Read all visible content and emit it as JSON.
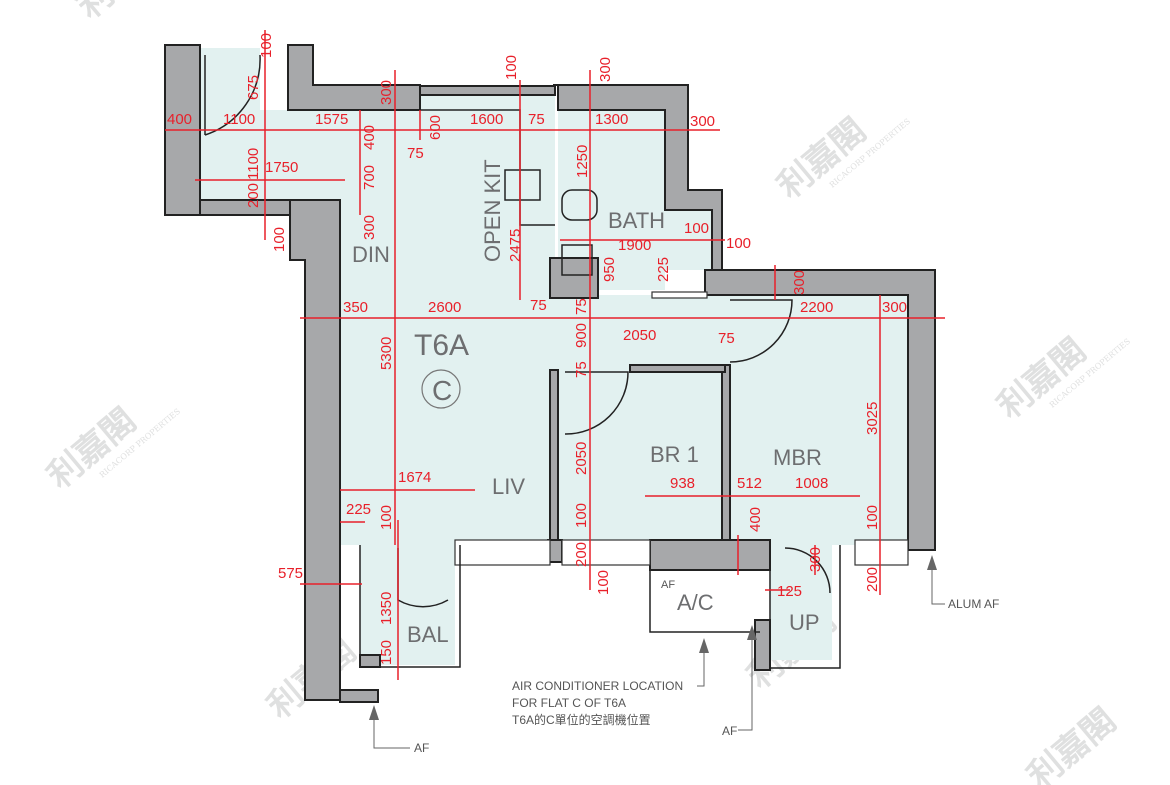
{
  "plan": {
    "unit_code": "T6A",
    "flat": "C",
    "rooms": {
      "din": "DIN",
      "kit": "OPEN KIT",
      "bath": "BATH",
      "liv": "LIV",
      "br1": "BR 1",
      "mbr": "MBR",
      "bal": "BAL",
      "ac": "A/C",
      "up": "UP"
    },
    "af_labels": [
      "AF",
      "AF",
      "AF"
    ],
    "alum_af": "ALUM AF",
    "ac_note": [
      "AIR CONDITIONER LOCATION",
      "FOR FLAT C OF T6A",
      "T6A的C單位的空調機位置"
    ],
    "colors": {
      "wall": "#a7a8aa",
      "room": "#e2f1f0",
      "dimension": "#e8202a"
    }
  },
  "watermark": {
    "cn": "利嘉閣",
    "en": "RICACORP PROPERTIES"
  },
  "dims": [
    "400",
    "1100",
    "1575",
    "1600",
    "75",
    "1300",
    "300",
    "1750",
    "75",
    "100",
    "675",
    "300",
    "100",
    "300",
    "400",
    "600",
    "1100",
    "700",
    "200",
    "300",
    "100",
    "1250",
    "2475",
    "950",
    "225",
    "300",
    "5300",
    "75",
    "900",
    "75",
    "3025",
    "2050",
    "100",
    "200",
    "100",
    "400",
    "100",
    "200",
    "300",
    "100",
    "1350",
    "150",
    "1900",
    "100",
    "100",
    "350",
    "2600",
    "2200",
    "300",
    "2050",
    "75",
    "1674",
    "225",
    "575",
    "938",
    "512",
    "1008",
    "125",
    "75"
  ]
}
